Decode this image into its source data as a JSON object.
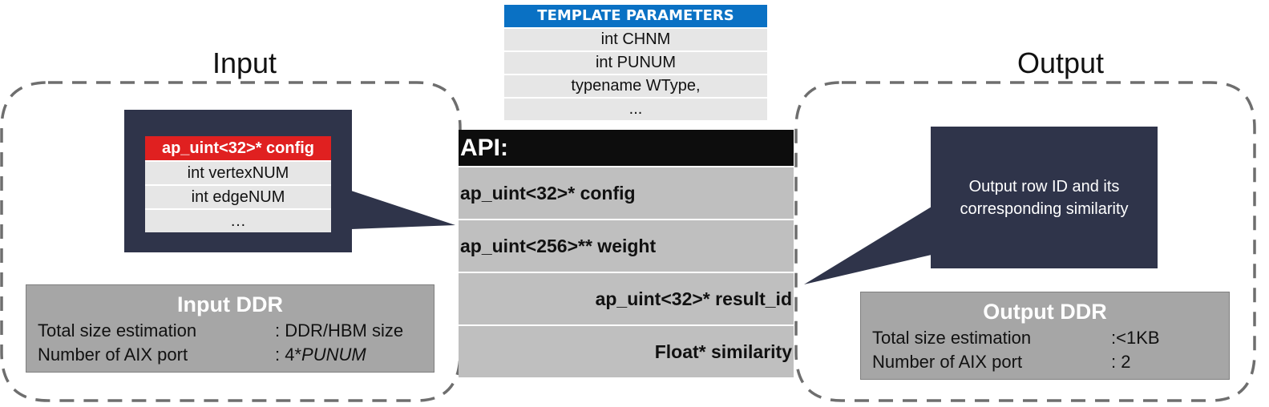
{
  "input": {
    "title": "Input",
    "config_table": {
      "header": "ap_uint<32>* config",
      "rows": [
        "int vertexNUM",
        "int edgeNUM",
        "…"
      ]
    },
    "ddr": {
      "title": "Input DDR",
      "lines": [
        {
          "label": "Total size estimation",
          "value": ": DDR/HBM size"
        },
        {
          "label": "Number of AIX port",
          "value_prefix": ": 4*",
          "value_italic": "PUNUM"
        }
      ]
    }
  },
  "template_params": {
    "header": "TEMPLATE PARAMETERS",
    "rows": [
      "int CHNM",
      "int PUNUM",
      "typename WType,",
      "..."
    ]
  },
  "api": {
    "header": "API:",
    "rows": [
      "ap_uint<32>* config",
      "ap_uint<256>** weight",
      "ap_uint<32>* result_id",
      "Float* similarity"
    ]
  },
  "output": {
    "title": "Output",
    "callout": "Output row ID and its corresponding similarity",
    "ddr": {
      "title": "Output DDR",
      "lines": [
        {
          "label": "Total size estimation",
          "value": ":<1KB"
        },
        {
          "label": "Number of AIX port",
          "value": ": 2"
        }
      ]
    }
  },
  "colors": {
    "accent_blue": "#0a71c4",
    "highlight_red": "#e02020",
    "dark_panel": "#2f344a",
    "api_header": "#0d0d0d",
    "row_gray": "#bfbfbf"
  }
}
